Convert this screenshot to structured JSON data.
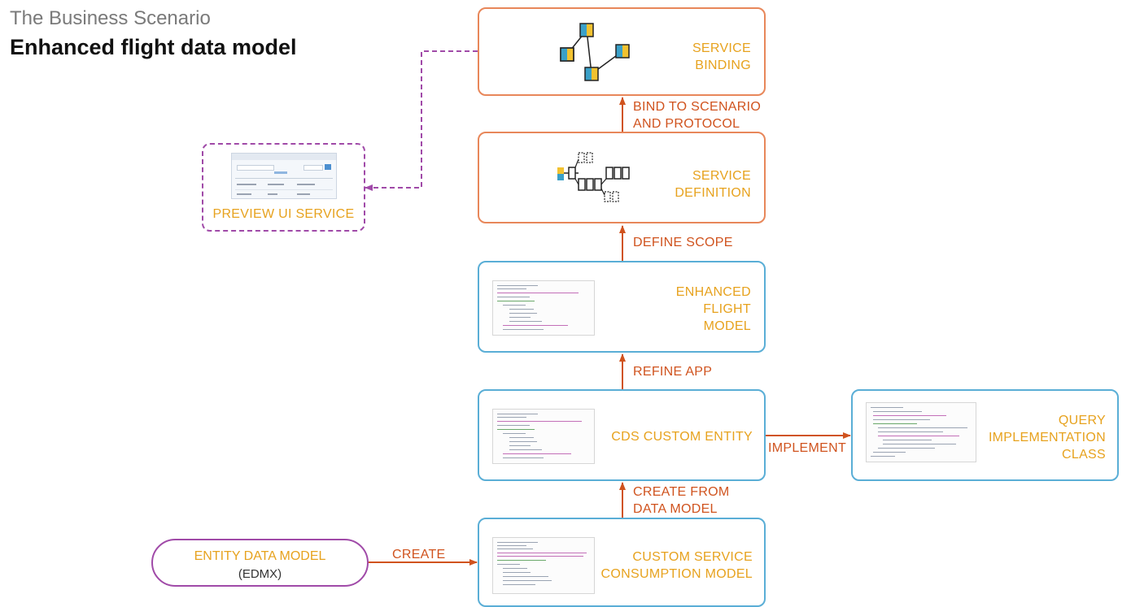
{
  "header": {
    "supertitle": "The Business Scenario",
    "title": "Enhanced flight data model"
  },
  "nodes": {
    "service_binding": {
      "label": "SERVICE\nBINDING",
      "icon": "node-network-icon"
    },
    "service_definition": {
      "label": "SERVICE\nDEFINITION",
      "icon": "tree-structure-icon"
    },
    "enhanced_flight_model": {
      "label": "ENHANCED\nFLIGHT\nMODEL",
      "icon": "code-editor-icon"
    },
    "cds_custom_entity": {
      "label": "CDS CUSTOM ENTITY",
      "icon": "code-editor-icon"
    },
    "custom_service_consumption_model": {
      "label": "CUSTOM SERVICE\nCONSUMPTION MODEL",
      "icon": "code-editor-icon"
    },
    "query_implementation_class": {
      "label": "QUERY\nIMPLEMENTATION\nCLASS",
      "icon": "code-editor-icon"
    },
    "entity_data_model": {
      "label": "ENTITY DATA MODEL",
      "sublabel": "(EDMX)"
    },
    "preview_ui_service": {
      "label": "PREVIEW UI SERVICE",
      "icon": "ui-screenshot-icon"
    }
  },
  "edges": {
    "bind": "BIND TO SCENARIO\nAND PROTOCOL",
    "define_scope": "DEFINE SCOPE",
    "refine_app": "REFINE APP",
    "create_from": "CREATE FROM\nDATA MODEL",
    "implement": "IMPLEMENT",
    "create": "CREATE"
  },
  "colors": {
    "orange_border": "#e8875a",
    "blue_border": "#5aaed6",
    "purple": "#a04aa8",
    "label_text": "#e7a21e",
    "arrow": "#d0531e"
  }
}
